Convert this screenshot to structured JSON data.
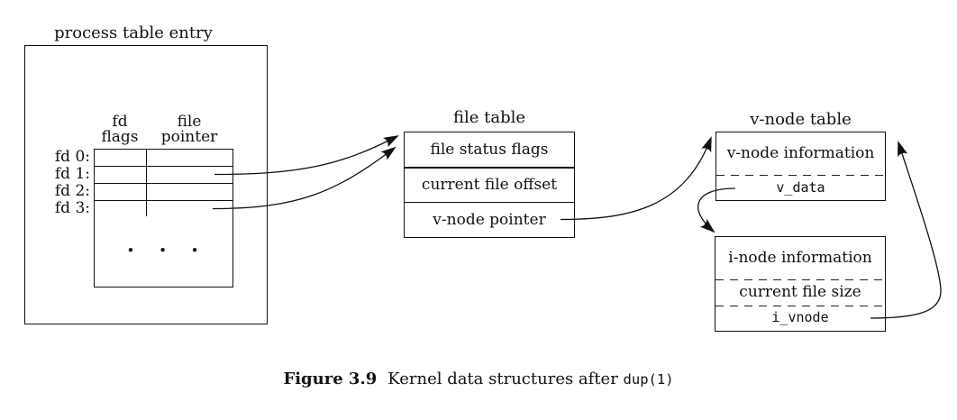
{
  "process_table": {
    "title": "process table entry",
    "header_col1": [
      "fd",
      "flags"
    ],
    "header_col2": [
      "file",
      "pointer"
    ],
    "fd_labels": [
      "fd 0:",
      "fd 1:",
      "fd 2:",
      "fd 3:"
    ],
    "ellipsis": "• • •"
  },
  "file_table": {
    "title": "file table",
    "rows": [
      "file status flags",
      "current file offset",
      "v-node pointer"
    ]
  },
  "vnode_table": {
    "title": "v-node table",
    "info_row": "v-node information",
    "data_field": "v_data"
  },
  "inode_table": {
    "info_row": "i-node information",
    "size_row": "current file size",
    "vnode_field": "i_vnode"
  },
  "caption": {
    "label": "Figure 3.9",
    "text": "Kernel data structures after",
    "code": "dup(1)"
  },
  "colors": {
    "line": "#111111",
    "background": "#ffffff"
  }
}
